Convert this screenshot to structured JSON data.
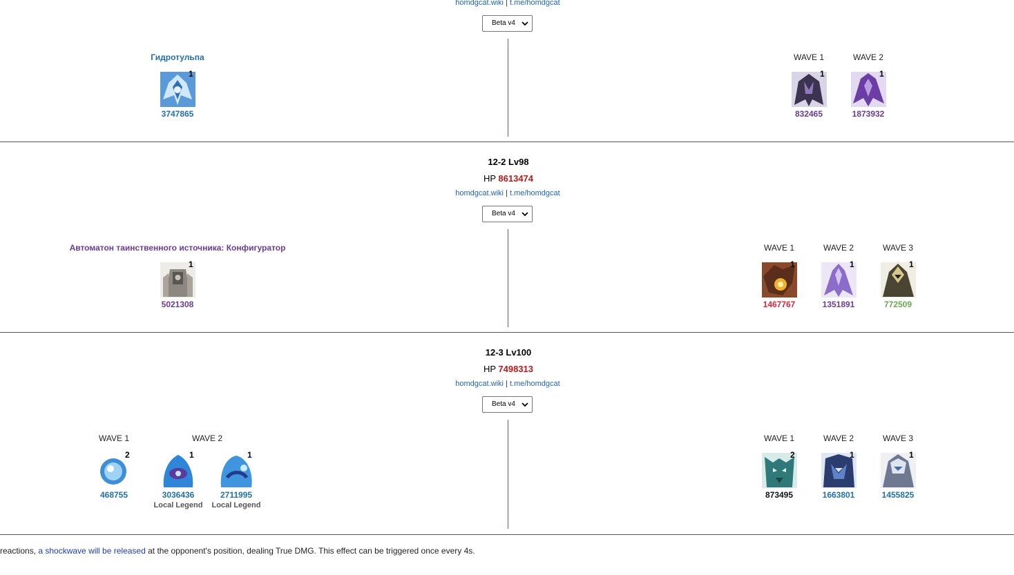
{
  "colors": {
    "link": "#1a62c9",
    "hp": "#c01818",
    "blue": "#1e6fb5",
    "purple": "#6a3a9c",
    "red": "#e0243a",
    "green": "#6aa84f",
    "black": "#111111"
  },
  "top": {
    "links": {
      "wiki": "homdgcat.wiki",
      "sep": "|",
      "tg": "t.me/homdgcat"
    },
    "select": "Beta v4",
    "left_name": "Гидротульпа",
    "left_enemies": [
      {
        "count": "1",
        "hp": "3747865",
        "color": "#1e6fb5",
        "icon": "hydro-tulpa-icon"
      }
    ],
    "right_waves": [
      "WAVE 1",
      "WAVE 2"
    ],
    "right_enemies": [
      {
        "count": "1",
        "hp": "832465",
        "color": "#6a3a9c",
        "icon": "abyss-herald-icon"
      },
      {
        "count": "1",
        "hp": "1873932",
        "color": "#6a3a9c",
        "icon": "abyss-lector-icon"
      }
    ]
  },
  "ch2": {
    "title": "12-2 Lv98",
    "hp_label": "HP",
    "hp": "8613474",
    "links": {
      "wiki": "homdgcat.wiki",
      "sep": "|",
      "tg": "t.me/homdgcat"
    },
    "select": "Beta v4",
    "left_name": "Автоматон таинственного источника: Конфигуратор",
    "left_enemies": [
      {
        "count": "1",
        "hp": "5021308",
        "color": "#6a3a9c",
        "icon": "configurator-icon"
      }
    ],
    "right_waves": [
      "WAVE 1",
      "WAVE 2",
      "WAVE 3"
    ],
    "right_enemies": [
      {
        "count": "1",
        "hp": "1467767",
        "color": "#e0243a",
        "icon": "pyro-beast-icon"
      },
      {
        "count": "1",
        "hp": "1351891",
        "color": "#6a3a9c",
        "icon": "electro-herald-icon"
      },
      {
        "count": "1",
        "hp": "772509",
        "color": "#6aa84f",
        "icon": "golden-knight-icon"
      }
    ]
  },
  "ch3": {
    "title": "12-3 Lv100",
    "hp_label": "HP",
    "hp": "7498313",
    "links": {
      "wiki": "homdgcat.wiki",
      "sep": "|",
      "tg": "t.me/homdgcat"
    },
    "select": "Beta v4",
    "left_waves": [
      "WAVE 1",
      "WAVE 2"
    ],
    "left_enemies": [
      {
        "count": "2",
        "hp": "468755",
        "color": "#1e6fb5",
        "icon": "hydro-slime-orb-icon",
        "sub": ""
      },
      {
        "count": "1",
        "hp": "3036436",
        "color": "#1e6fb5",
        "icon": "hydro-slime-icon",
        "sub": "Local Legend"
      },
      {
        "count": "1",
        "hp": "2711995",
        "color": "#1e6fb5",
        "icon": "hydro-slime-large-icon",
        "sub": "Local Legend"
      }
    ],
    "right_waves": [
      "WAVE 1",
      "WAVE 2",
      "WAVE 3"
    ],
    "right_enemies": [
      {
        "count": "2",
        "hp": "873495",
        "color": "#111111",
        "icon": "anemo-beast-icon"
      },
      {
        "count": "1",
        "hp": "1663801",
        "color": "#1e6fb5",
        "icon": "hydro-knight-icon"
      },
      {
        "count": "1",
        "hp": "1455825",
        "color": "#1e6fb5",
        "icon": "cryo-knight-icon"
      }
    ]
  },
  "footer": {
    "pre": "reactions, ",
    "link": "a shockwave will be released",
    "post": " at the opponent's position, dealing True DMG. This effect can be triggered once every 4s."
  }
}
